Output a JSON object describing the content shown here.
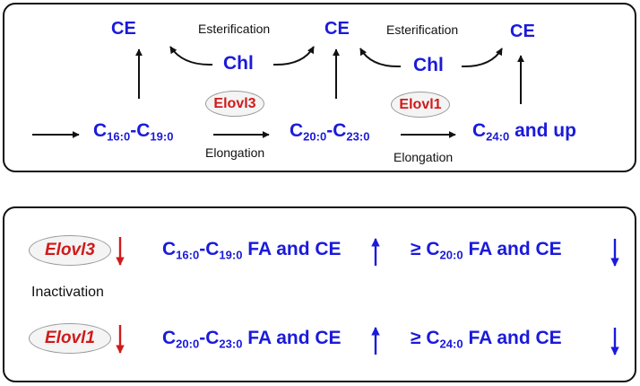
{
  "top_panel": {
    "ce_labels": [
      "CE",
      "CE",
      "CE"
    ],
    "chl_labels": [
      "Chl",
      "Chl"
    ],
    "esterification_labels": [
      "Esterification",
      "Esterification"
    ],
    "elongation_labels": [
      "Elongation",
      "Elongation"
    ],
    "enzymes": [
      "Elovl3",
      "Elovl1"
    ],
    "species": [
      {
        "c1": "C",
        "s1": "16:0",
        "dash": "-",
        "c2": "C",
        "s2": "19:0"
      },
      {
        "c1": "C",
        "s1": "20:0",
        "dash": "-",
        "c2": "C",
        "s2": "23:0"
      },
      {
        "c1": "C",
        "s1": "24:0",
        "tail": " and up"
      }
    ]
  },
  "bottom_panel": {
    "inactivation_label": "Inactivation",
    "rows": [
      {
        "enzyme": "Elovl3",
        "increase": {
          "c1": "C",
          "s1": "16:0",
          "dash": "-",
          "c2": "C",
          "s2": "19:0",
          "tail": " FA and CE"
        },
        "decrease": {
          "ge": "≥ ",
          "c1": "C",
          "s1": "20:0",
          "tail": " FA and CE"
        }
      },
      {
        "enzyme": "Elovl1",
        "increase": {
          "c1": "C",
          "s1": "20:0",
          "dash": "-",
          "c2": "C",
          "s2": "23:0",
          "tail": " FA and CE"
        },
        "decrease": {
          "ge": "≥ ",
          "c1": "C",
          "s1": "24:0",
          "tail": " FA and CE"
        }
      }
    ]
  },
  "colors": {
    "blue": "#1a1adb",
    "red": "#d01a1a",
    "black": "#111111",
    "oval_border": "#9a9a9a"
  }
}
